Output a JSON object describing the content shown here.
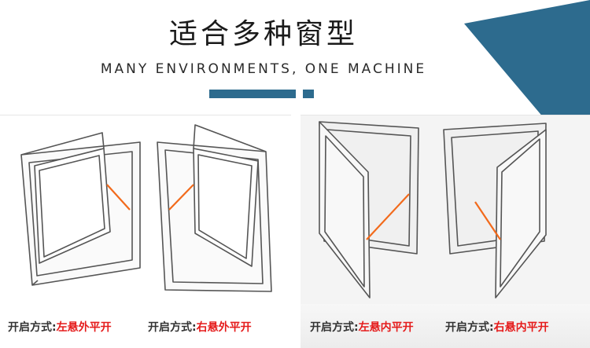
{
  "header": {
    "title": "适合多种窗型",
    "subtitle": "MANY ENVIRONMENTS, ONE MACHINE"
  },
  "colors": {
    "accent": "#2d6b8e",
    "highlight": "#e51c1c",
    "orange_line": "#f26a1b"
  },
  "left_panel": {
    "caption_1_label": "开启方式:",
    "caption_1_value": "左悬外平开",
    "caption_2_label": "开启方式:",
    "caption_2_value": "右悬外平开"
  },
  "right_panel": {
    "caption_1_label": "开启方式:",
    "caption_1_value": "左悬内平开",
    "caption_2_label": "开启方式:",
    "caption_2_value": "右悬内平开"
  }
}
